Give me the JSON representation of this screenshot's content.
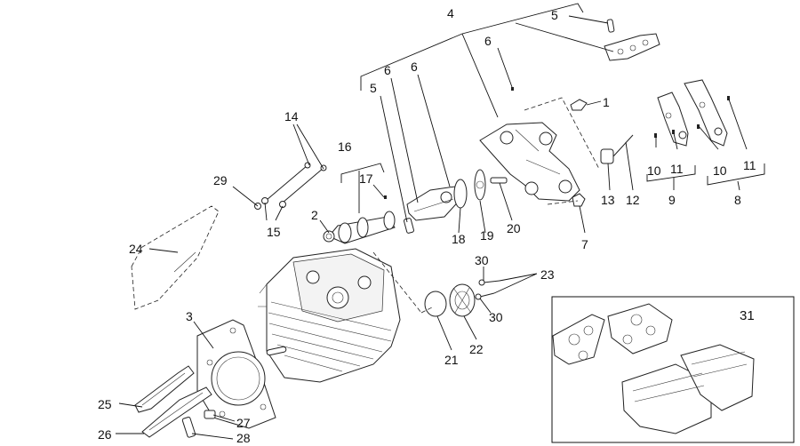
{
  "diagram": {
    "callouts": [
      "1",
      "2",
      "3",
      "4",
      "5",
      "5",
      "6",
      "6",
      "6",
      "7",
      "8",
      "9",
      "10",
      "10",
      "11",
      "11",
      "12",
      "13",
      "14",
      "15",
      "16",
      "17",
      "18",
      "19",
      "20",
      "21",
      "22",
      "23",
      "24",
      "25",
      "26",
      "27",
      "28",
      "29",
      "30",
      "30",
      "31"
    ]
  },
  "colors": {
    "ink": "#111111",
    "fill": "#ffffff"
  }
}
